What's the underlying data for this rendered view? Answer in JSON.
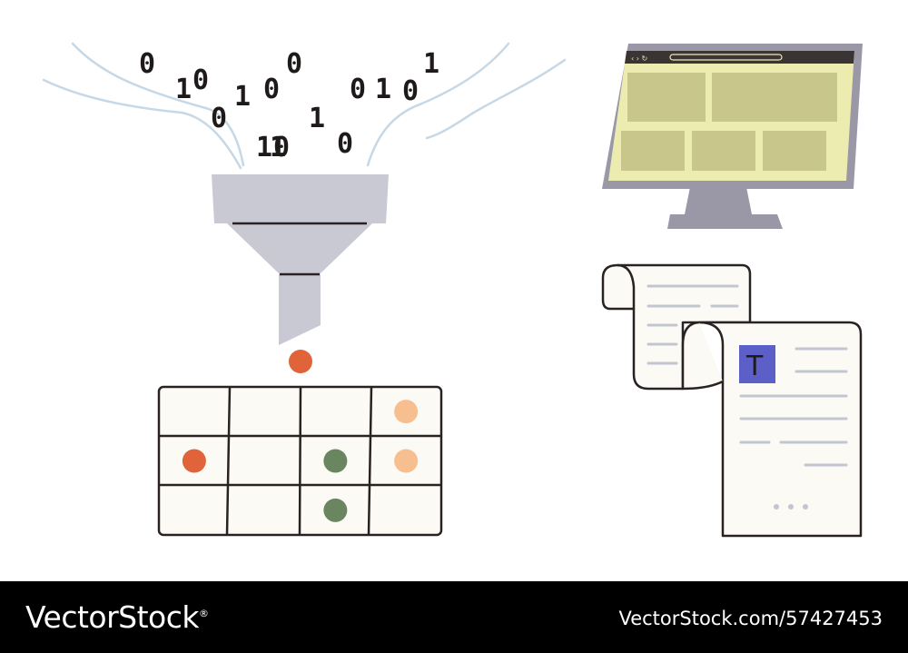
{
  "illustration": {
    "binary_digits": [
      "0",
      "1",
      "0",
      "1",
      "0",
      "0",
      "0",
      "1",
      "0",
      "0",
      "1",
      "1",
      "0",
      "1",
      "1",
      "0"
    ],
    "grid": {
      "rows": 3,
      "cols": 4,
      "dots": [
        {
          "row": 0,
          "col": 3,
          "color": "#f7bf8f"
        },
        {
          "row": 1,
          "col": 0,
          "color": "#e0633a"
        },
        {
          "row": 1,
          "col": 2,
          "color": "#6a8660"
        },
        {
          "row": 1,
          "col": 3,
          "color": "#f7bf8f"
        },
        {
          "row": 2,
          "col": 2,
          "color": "#6a8660"
        }
      ]
    },
    "document_letter": "T",
    "colors": {
      "outline": "#2a2222",
      "funnel": "#c9c9d3",
      "monitor_frame": "#9a98a6",
      "screen": "#ecebb0",
      "panel": "#c8c68a",
      "paper": "#fbfaf5",
      "text_line": "#c3c5d0",
      "accent": "#5b5fc7",
      "drop": "#e0633a",
      "wind": "#c6d8e6"
    }
  },
  "footer": {
    "brand": "VectorStock",
    "registered": "®",
    "credit": "VectorStock.com/57427453"
  }
}
